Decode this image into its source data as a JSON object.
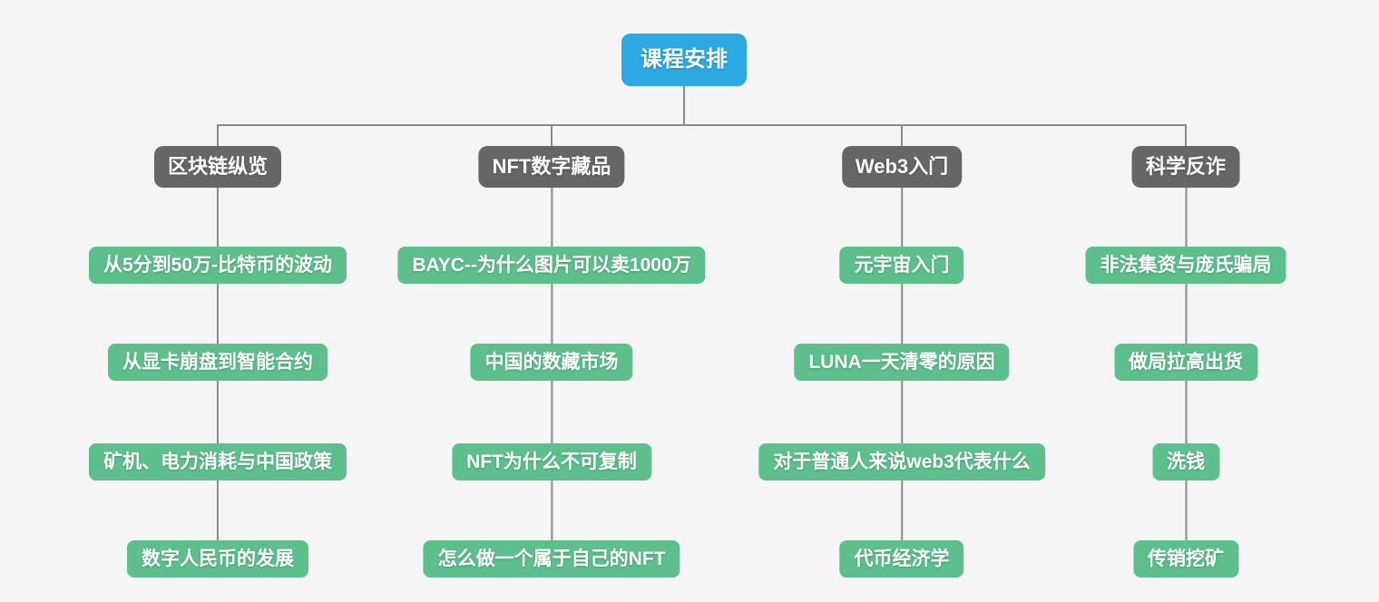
{
  "title": "课程安排思维导图",
  "colors": {
    "canvas_bg": "#f5f5f5",
    "root_bg": "#2BA9E0",
    "branch_bg": "#666666",
    "leaf_bg": "#5CBF8C",
    "line": "#8a8a8a",
    "node_text": "#ffffff"
  },
  "root": {
    "label": "课程安排"
  },
  "branches": [
    {
      "label": "区块链纵览",
      "children": [
        "从5分到50万-比特币的波动",
        "从显卡崩盘到智能合约",
        "矿机、电力消耗与中国政策",
        "数字人民币的发展"
      ]
    },
    {
      "label": "NFT数字藏品",
      "children": [
        "BAYC--为什么图片可以卖1000万",
        "中国的数藏市场",
        "NFT为什么不可复制",
        "怎么做一个属于自己的NFT"
      ]
    },
    {
      "label": "Web3入门",
      "children": [
        "元宇宙入门",
        "LUNA一天清零的原因",
        "对于普通人来说web3代表什么",
        "代币经济学"
      ]
    },
    {
      "label": "科学反诈",
      "children": [
        "非法集资与庞氏骗局",
        "做局拉高出货",
        "洗钱",
        "传销挖矿"
      ]
    }
  ]
}
